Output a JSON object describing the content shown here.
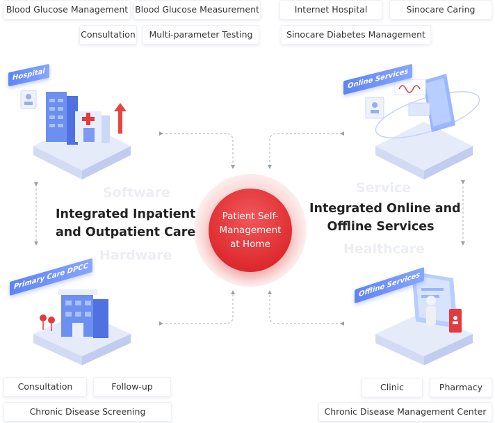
{
  "top_left_tags": [
    "Blood Glucose Management",
    "Blood Glucose Measurement",
    "Consultation",
    "Multi-parameter Testing"
  ],
  "top_right_tags": [
    "Internet Hospital",
    "Sinocare Caring",
    "Sinocare Diabetes Management"
  ],
  "bottom_left_tags": [
    "Consultation",
    "Follow-up",
    "Chronic Disease Screening"
  ],
  "bottom_right_tags": [
    "Clinic",
    "Pharmacy",
    "Chronic Disease Management Center"
  ],
  "ghost_words": {
    "software": "Software",
    "hardware": "Hardware",
    "service": "Service",
    "healthcare": "Healthcare"
  },
  "headings": {
    "left_line1": "Integrated Inpatient",
    "left_line2": "and Outpatient Care",
    "right_line1": "Integrated Online and",
    "right_line2": "Offline Services"
  },
  "center": {
    "line1": "Patient Self-",
    "line2": "Management",
    "line3": "at Home"
  },
  "scene_labels": {
    "hospital": "Hospital",
    "online": "Online Services",
    "primary": "Primary Care DPCC",
    "offline": "Offline Services"
  },
  "colors": {
    "accent_red": "#de2c2f",
    "accent_blue": "#5e84f5",
    "platform": "#e8edfb"
  }
}
